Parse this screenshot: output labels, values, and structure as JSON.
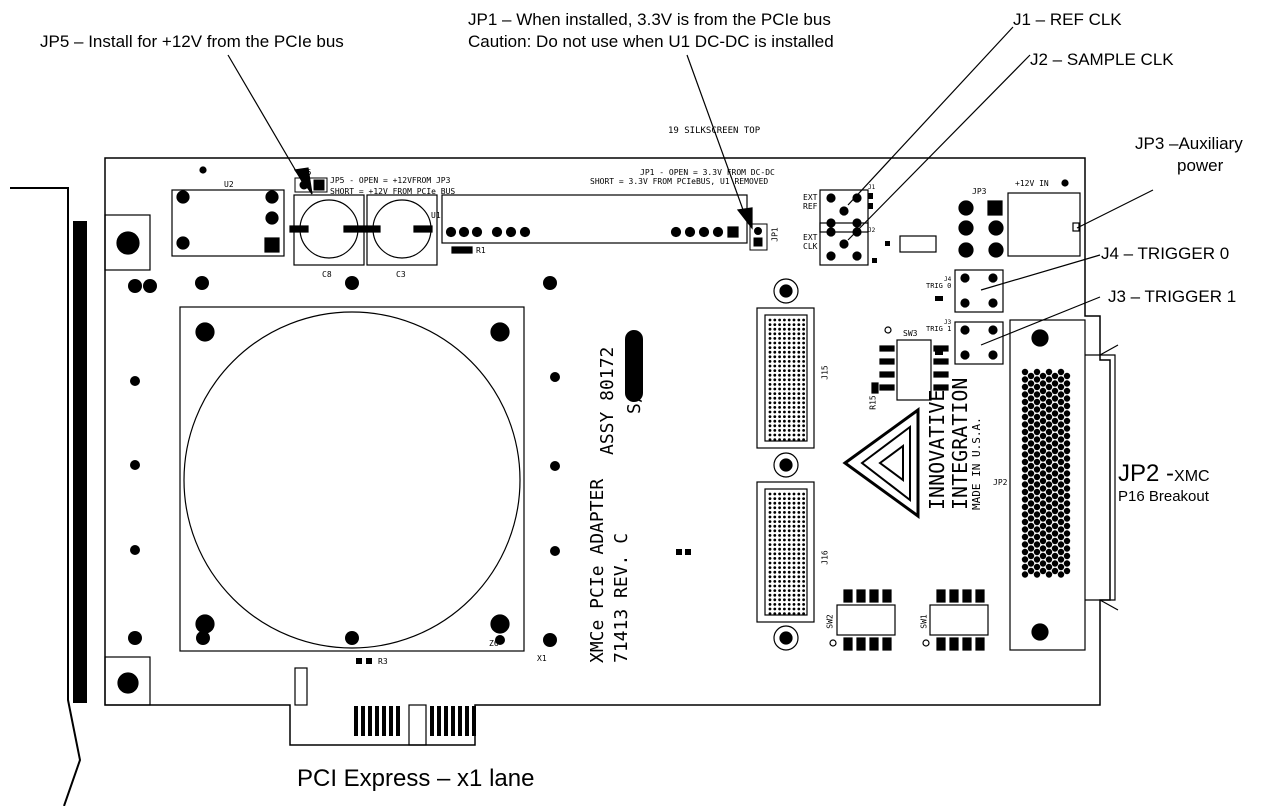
{
  "callouts": {
    "jp5": "JP5 – Install for +12V from the PCIe bus",
    "jp1_line1": "JP1 – When installed, 3.3V is from the PCIe bus",
    "jp1_line2": "Caution: Do not use when U1 DC-DC is installed",
    "j1": "J1 – REF CLK",
    "j2": "J2 – SAMPLE CLK",
    "jp3_line1": "JP3 –Auxiliary",
    "jp3_line2": "power",
    "j4": "J4 – TRIGGER 0",
    "j3": "J3 – TRIGGER 1",
    "jp2_line1_a": "JP2 -",
    "jp2_line1_b": "XMC",
    "jp2_line2": "P16 Breakout",
    "pcie": "PCI Express – x1 lane"
  },
  "silkscreen": {
    "title": "19 SILKSCREEN TOP",
    "jp5_note_1": "JP5 - OPEN = +12VFROM JP3",
    "jp5_note_2": "SHORT = +12V FROM PCIe BUS",
    "jp1_note_1": "JP1 - OPEN = 3.3V FROM DC-DC",
    "jp1_note_2": "SHORT = 3.3V FROM PCIeBUS, U1 REMOVED",
    "plus12v_in": "+12V IN",
    "ext_ref_1": "EXT",
    "ext_ref_2": "REF",
    "ext_clk_1": "EXT",
    "ext_clk_2": "CLK",
    "trig0": "TRIG 0",
    "trig1": "TRIG 1",
    "assy": "ASSY 80172",
    "sn": "S/N:",
    "product_line_1": "XMCe PCIe ADAPTER",
    "product_line_2": "71413 REV. C",
    "company_1": "INNOVATIVE",
    "company_2": "INTEGRATION",
    "made_in": "MADE IN U.S.A.",
    "refdes": {
      "u2": "U2",
      "u1": "U1",
      "c8": "C8",
      "c3": "C3",
      "r1": "R1",
      "r3": "R3",
      "jp5": "JP5",
      "jp1": "JP1",
      "jp3": "JP3",
      "jp2": "JP2",
      "j1": "J1",
      "j2": "J2",
      "j3": "J3",
      "j4": "J4",
      "j15": "J15",
      "j16": "J16",
      "sw1": "SW1",
      "sw2": "SW2",
      "sw3": "SW3",
      "r15": "R15",
      "z6": "Z6",
      "x1": "X1"
    }
  }
}
